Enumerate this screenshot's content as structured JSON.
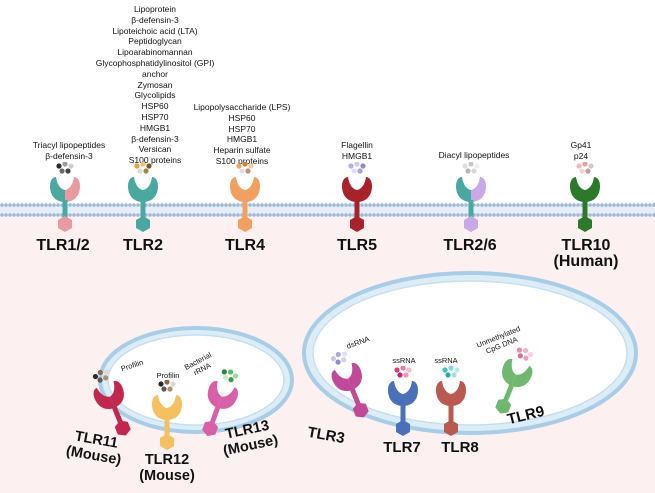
{
  "surface_receptors": [
    {
      "name": "TLR1/2",
      "ligands": [
        "Triacyl lipopeptides",
        "β-defensin-3"
      ],
      "color_left": "#4aa8a0",
      "color_right": "#e99aa0",
      "dots": [
        "#2a2a2a",
        "#9a9a9a",
        "#cfcfcf",
        "#6a6a6a",
        "#444"
      ]
    },
    {
      "name": "TLR2",
      "ligands": [
        "Lipoprotein",
        "β-defensin-3",
        "Lipoteichoic acid (LTA)",
        "Peptidoglycan",
        "Lipoarabinomannan",
        "Glycophosphatidylinositol (GPI)",
        "anchor",
        "Zymosan",
        "Glycolipids",
        "HSP60",
        "HSP70",
        "HMGB1",
        "β-defensin-3",
        "Versican",
        "S100 proteins"
      ],
      "color_left": "#4aa8a0",
      "color_right": "#4aa8a0",
      "dots": [
        "#e8a23a",
        "#f4c070",
        "#7a5a2a",
        "#d9d9d9",
        "#b08040"
      ]
    },
    {
      "name": "TLR4",
      "ligands": [
        "Lipopolysaccharide (LPS)",
        "HSP60",
        "HSP70",
        "HMGB1",
        "Heparin sulfate",
        "S100 proteins"
      ],
      "color_left": "#f0a060",
      "color_right": "#f0a060",
      "dots": [
        "#f0a060",
        "#d08040",
        "#f8c8a0",
        "#e0e0e0",
        "#c09070"
      ]
    },
    {
      "name": "TLR5",
      "ligands": [
        "Flagellin",
        "HMGB1"
      ],
      "color_left": "#a8222a",
      "color_right": "#a8222a",
      "dots": [
        "#b8b0e0",
        "#d0c8f0",
        "#9088c8",
        "#e0dcf4",
        "#a8a0d8"
      ]
    },
    {
      "name": "TLR2/6",
      "ligands": [
        "Diacyl lipopeptides"
      ],
      "color_left": "#4aa8a0",
      "color_right": "#c8a8e8",
      "dots": [
        "#e0e0e0",
        "#c8c8c8",
        "#f0f0f0",
        "#b8b8b8",
        "#d8d8d8"
      ]
    },
    {
      "name": "TLR10",
      "name2": "(Human)",
      "ligands": [
        "Gp41",
        "p24"
      ],
      "color_left": "#2a7a2a",
      "color_right": "#2a7a2a",
      "dots": [
        "#f4b8b8",
        "#e8a0a0",
        "#d8c8c8",
        "#f8d0d0",
        "#c0a0a0"
      ]
    }
  ],
  "endosome_left": [
    {
      "name": "TLR11",
      "name2": "(Mouse)",
      "ligand": "Profilin",
      "color": "#c02850",
      "dots": [
        "#2a2a2a",
        "#8a6a4a",
        "#d8d8d8",
        "#5a5a5a",
        "#b09070"
      ]
    },
    {
      "name": "TLR12",
      "name2": "(Mouse)",
      "ligand": "Profilin",
      "color": "#f4c060",
      "dots": [
        "#2a2a2a",
        "#8a6a4a",
        "#d8d8d8",
        "#5a5a5a",
        "#b09070"
      ]
    },
    {
      "name": "TLR13",
      "name2": "(Mouse)",
      "ligand_lines": [
        "Bacterial",
        "rRNA"
      ],
      "color": "#d860a8",
      "dots": [
        "#2a8a3a",
        "#5ab86a",
        "#9ad89a",
        "#c8ecc8",
        "#3a9a4a"
      ]
    }
  ],
  "endosome_right": [
    {
      "name": "TLR3",
      "ligand": "dsRNA",
      "color": "#c04a98",
      "dots": [
        "#c8c8e8",
        "#a8a8d8",
        "#e0e0f4",
        "#9090c8",
        "#d0d0ec"
      ]
    },
    {
      "name": "TLR7",
      "ligand": "ssRNA",
      "color": "#4a70b8",
      "dots": [
        "#d83a7a",
        "#f07aa8",
        "#f8b8d0",
        "#c8286a",
        "#e898b8"
      ]
    },
    {
      "name": "TLR8",
      "ligand": "ssRNA",
      "color": "#b85a50",
      "dots": [
        "#40c0c0",
        "#80d8d8",
        "#b8ecec",
        "#30a8a8",
        "#a0e0e0"
      ]
    },
    {
      "name": "TLR9",
      "ligand_lines": [
        "Unmethylated",
        "CpG DNA"
      ],
      "color": "#70b870",
      "dots": [
        "#e88aa8",
        "#f4b0c4",
        "#fad0dc",
        "#d8708c",
        "#f0a0b8"
      ]
    }
  ]
}
